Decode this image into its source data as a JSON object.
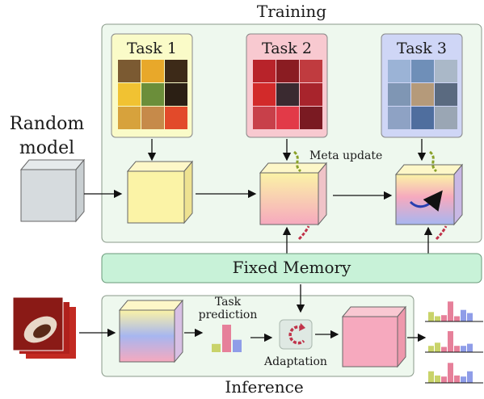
{
  "labels": {
    "training": "Training",
    "inference": "Inference",
    "random_model_line1": "Random",
    "random_model_line2": "model",
    "task1": "Task 1",
    "task2": "Task 2",
    "task3": "Task 3",
    "meta_update": "Meta update",
    "fixed_memory": "Fixed Memory",
    "task_prediction_line1": "Task",
    "task_prediction_line2": "prediction",
    "adaptation": "Adaptation"
  },
  "colors": {
    "training_panel": "#eef8ee",
    "memory_bar": "#c8f2d8",
    "task1_bg": "#fafbc8",
    "task2_bg": "#f8c9d0",
    "task3_bg": "#cfd6f6",
    "cube_yellow": "#fbf3a6",
    "cube_pink": "#f6a9be",
    "cube_blue": "#a7b6f0",
    "cube_gray": "#d6dbde",
    "hist_yellow": "#c9d36a",
    "hist_pink": "#e6809a",
    "hist_blue": "#8f9de8",
    "arrow_green": "#8aa12a",
    "arrow_red": "#c0334a"
  },
  "histograms": [
    {
      "yellow": [
        0.45,
        0.25
      ],
      "pink": [
        0.3,
        0.95,
        0.25
      ],
      "blue": [
        0.55,
        0.4
      ]
    },
    {
      "yellow": [
        0.3,
        0.45
      ],
      "pink": [
        0.25,
        1.0,
        0.3
      ],
      "blue": [
        0.3,
        0.4
      ]
    },
    {
      "yellow": [
        0.55,
        0.35
      ],
      "pink": [
        0.3,
        0.95,
        0.35
      ],
      "blue": [
        0.3,
        0.55
      ]
    }
  ],
  "task_hist": [
    0.3,
    1.0,
    0.45
  ]
}
